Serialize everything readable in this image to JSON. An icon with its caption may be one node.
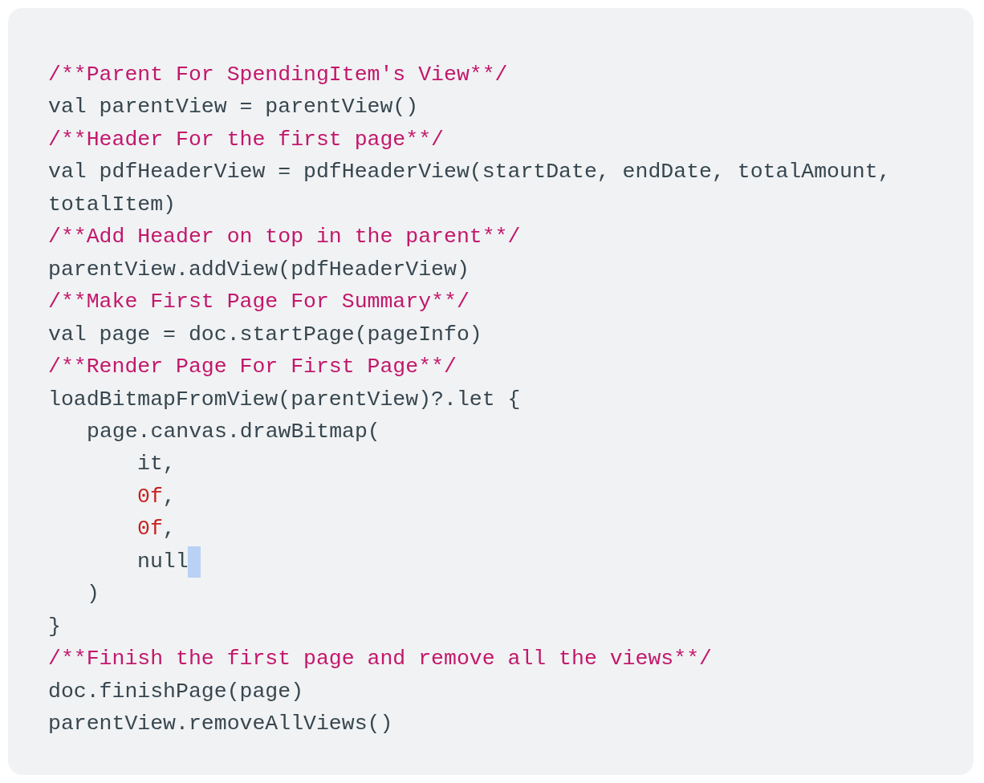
{
  "diagram": {
    "labels": [
      "/**Parent For SpendingItem's View**/",
      "val parentView = parentView()",
      "/**Header For the first page**/",
      "val pdfHeaderView = pdfHeaderView(startDate, endDate, totalAmount, totalItem)",
      "/**Add Header on top in the parent**/",
      "parentView.addView(pdfHeaderView)",
      "/**Make First Page For Summary**/",
      "val page = doc.startPage(pageInfo)",
      "/**Render Page For First Page**/",
      "loadBitmapFromView(parentView)?.let {",
      "page.canvas.drawBitmap(",
      "it,",
      "0f,",
      "0f,",
      "null",
      ")",
      "}",
      "/**Finish the first page and remove all the views**/",
      "doc.finishPage(page)",
      "parentView.removeAllViews()"
    ]
  }
}
